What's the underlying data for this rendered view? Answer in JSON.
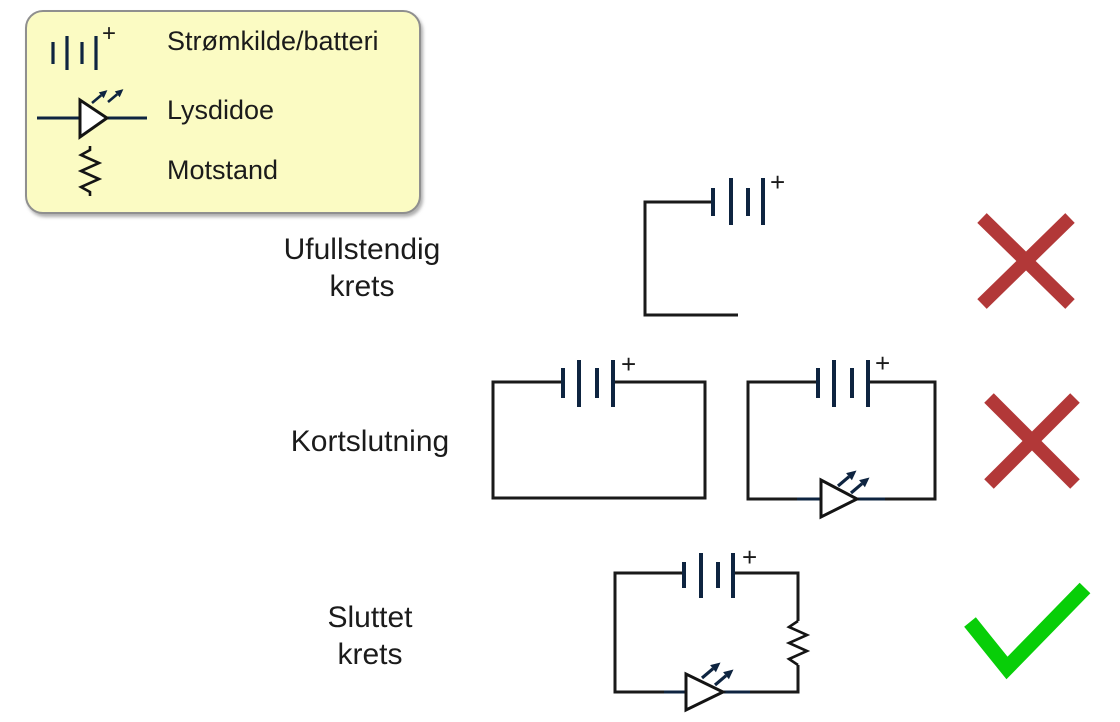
{
  "legend": {
    "items": [
      {
        "id": "battery",
        "label": "Strømkilde/batteri"
      },
      {
        "id": "led",
        "label": "Lysdidoe"
      },
      {
        "id": "resistor",
        "label": "Motstand"
      }
    ]
  },
  "rows": [
    {
      "id": "incomplete",
      "label_lines": [
        "Ufullstendig",
        "krets"
      ],
      "verdict": "wrong",
      "circuits": [
        "battery with open loop"
      ]
    },
    {
      "id": "short",
      "label_lines": [
        "Kortslutning",
        ""
      ],
      "verdict": "wrong",
      "circuits": [
        "battery closed loop without component",
        "battery closed loop with LED only"
      ]
    },
    {
      "id": "closed",
      "label_lines": [
        "Sluttet",
        "krets"
      ],
      "verdict": "correct",
      "circuits": [
        "battery closed loop with resistor and LED"
      ]
    }
  ],
  "symbols": {
    "battery_plus": "+"
  },
  "colors": {
    "cross": "#b23838",
    "check": "#08ce08",
    "component_navy": "#0e2440",
    "wire": "#1a1a1a",
    "legend_bg": "#fbfbc3",
    "legend_border": "#8f8f8f"
  }
}
